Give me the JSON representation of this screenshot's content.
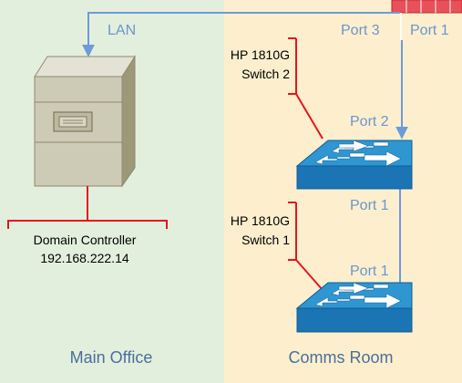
{
  "zones": {
    "left": {
      "label": "Main Office",
      "fill": "#e3efdd"
    },
    "right": {
      "label": "Comms Room",
      "fill": "#fdefce"
    }
  },
  "colors": {
    "link": "#6e9bd5",
    "label_blue": "#6a96cc",
    "red_bracket": "#e8141e",
    "switch_top": "#2f96d1",
    "switch_side": "#1b74b3",
    "server_body": "#cdcab5"
  },
  "labels": {
    "lan": "LAN",
    "port3": "Port 3",
    "port1_top": "Port 1",
    "sw2_port2": "Port 2",
    "sw2_port1": "Port 1",
    "sw1_port1": "Port 1"
  },
  "switch2": {
    "name_line1": "HP 1810G",
    "name_line2": "Switch 2",
    "icon": "network-switch-icon"
  },
  "switch1": {
    "name_line1": "HP 1810G",
    "name_line2": "Switch 1",
    "icon": "network-switch-icon"
  },
  "server": {
    "name": "Domain Controller",
    "ip": "192.168.222.14",
    "icon": "server-tower-icon"
  }
}
